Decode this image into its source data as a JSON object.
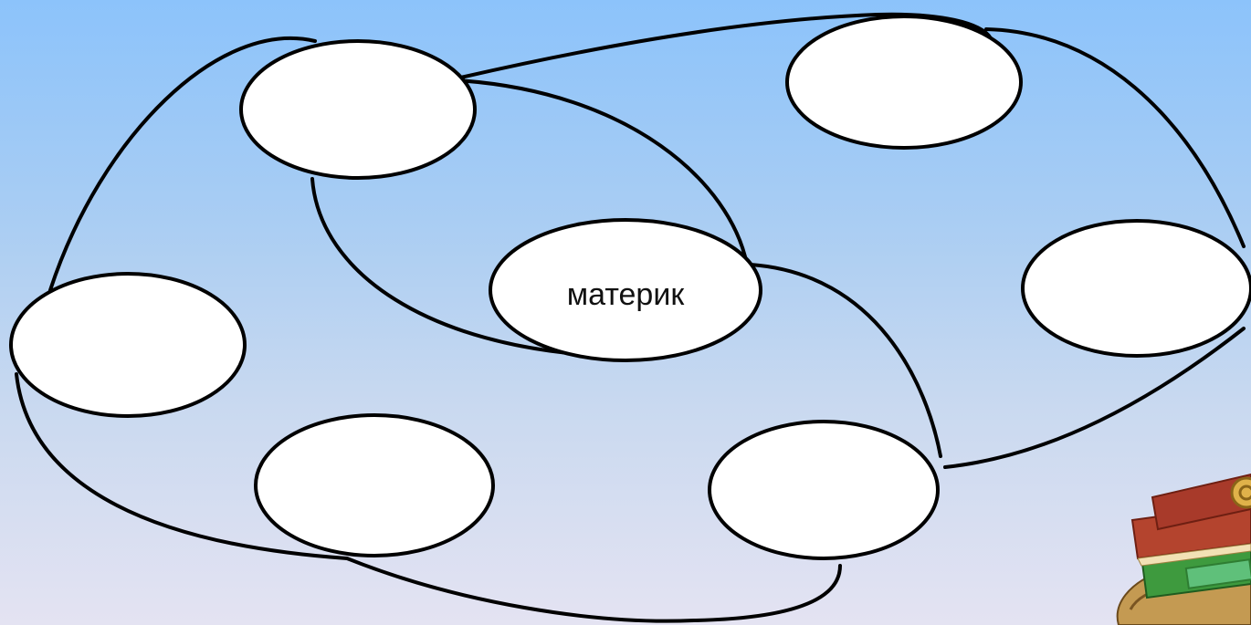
{
  "diagram": {
    "center_node": {
      "label": "материк"
    },
    "outer_nodes": [
      {
        "id": "top-left",
        "label": ""
      },
      {
        "id": "top-right",
        "label": ""
      },
      {
        "id": "mid-left",
        "label": ""
      },
      {
        "id": "mid-right",
        "label": ""
      },
      {
        "id": "bottom-left",
        "label": ""
      },
      {
        "id": "bottom-right",
        "label": ""
      }
    ],
    "colors": {
      "background_top": "#8cc3fb",
      "background_bottom": "#e4e3f2",
      "node_fill": "#ffffff",
      "stroke": "#000000"
    }
  },
  "decoration": {
    "icon": "book-stack-icon"
  }
}
